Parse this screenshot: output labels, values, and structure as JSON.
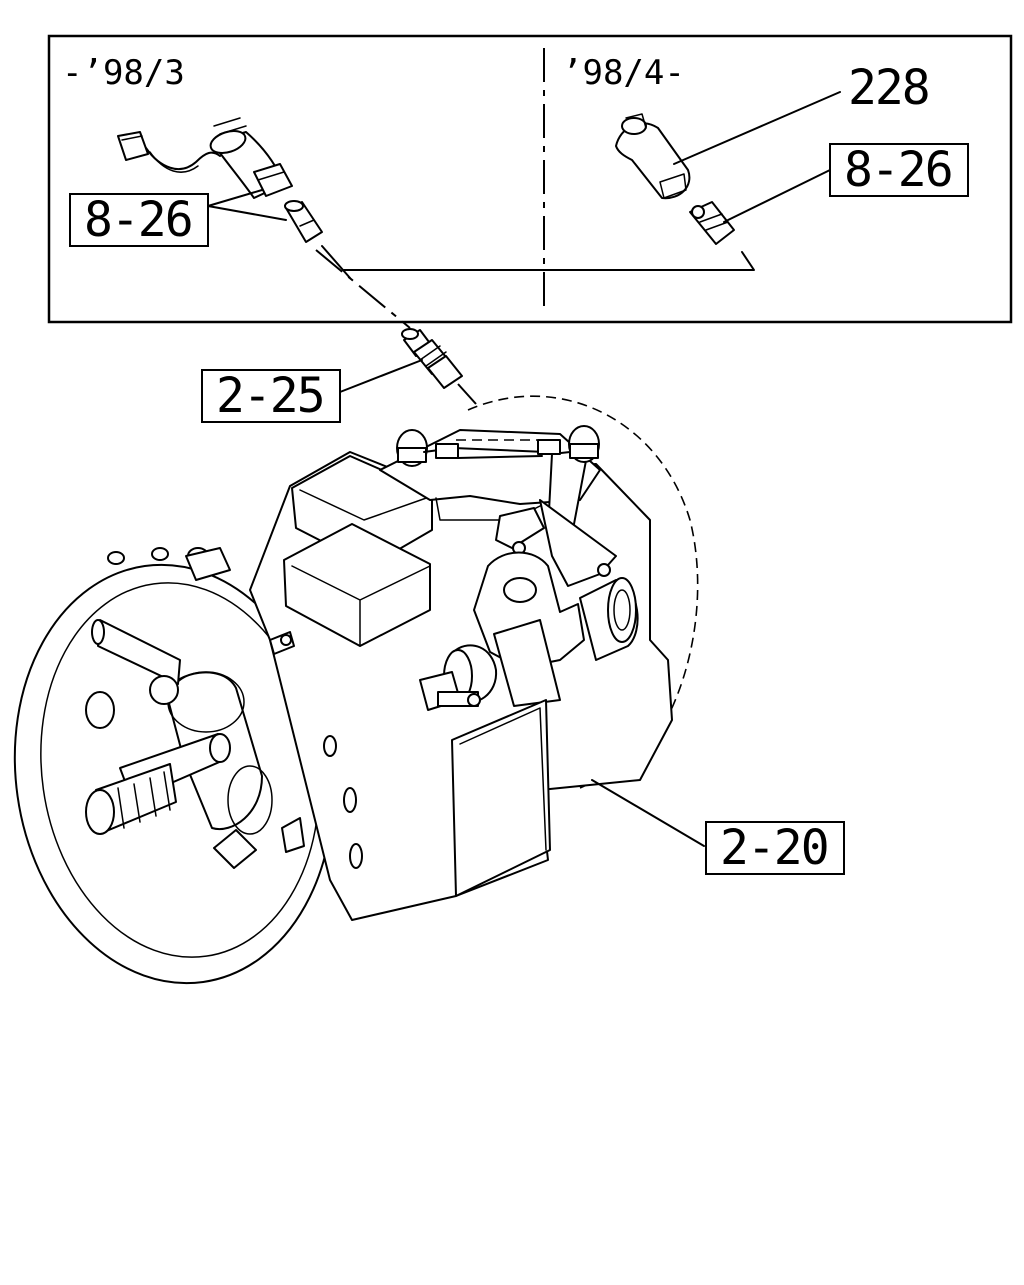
{
  "inset": {
    "left_period_label": "-’98/3",
    "right_period_label": "’98/4-"
  },
  "callouts": {
    "left_8_26": "8-26",
    "right_8_26": "8-26",
    "part_228": "228",
    "part_2_25": "2-25",
    "part_2_20": "2-20"
  }
}
